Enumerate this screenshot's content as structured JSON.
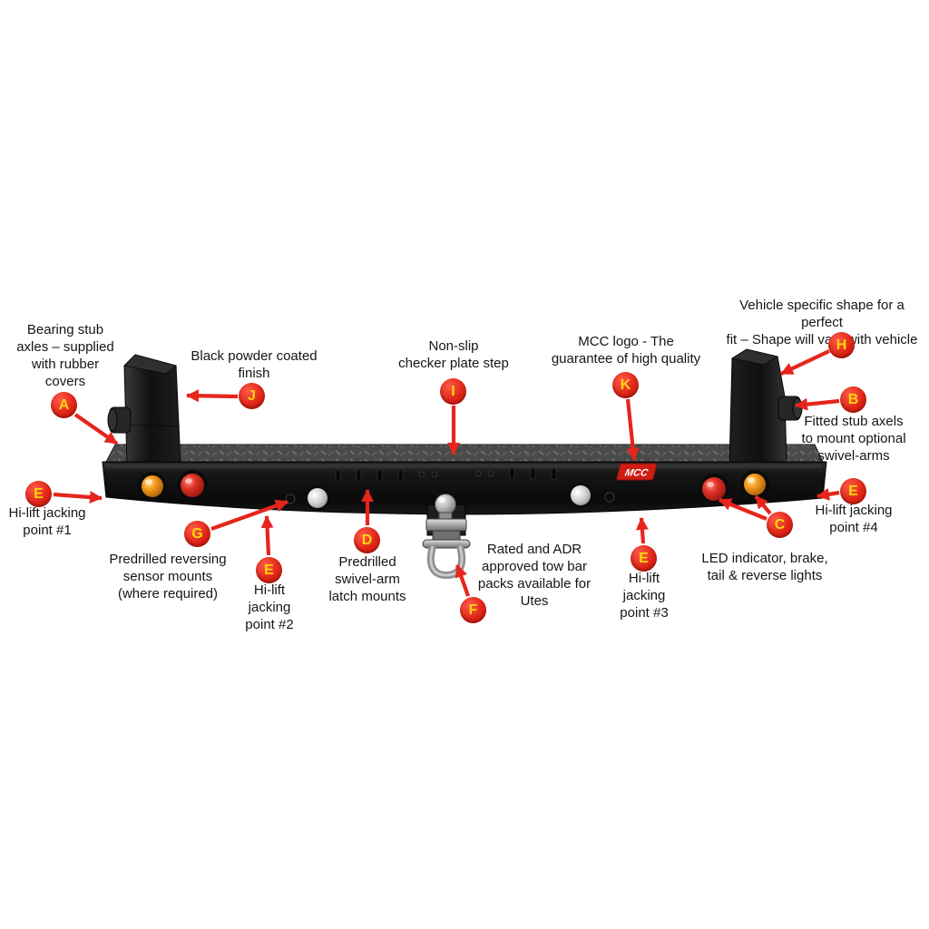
{
  "colors": {
    "accent_red": "#e6251c",
    "badge_letter_yellow": "#ffd60a",
    "bar_black": "#121212"
  },
  "logo": {
    "text": "MCC"
  },
  "callouts": {
    "bearing_stub": {
      "label": "A",
      "text": "Bearing stub\naxles – supplied\nwith rubber\ncovers"
    },
    "fitted_stub": {
      "label": "B",
      "text": "Fitted stub axels\nto mount optional\nswivel-arms"
    },
    "led_lights": {
      "label": "C",
      "text": "LED indicator, brake,\ntail & reverse lights"
    },
    "swivel_latch": {
      "label": "D",
      "text": "Predrilled\nswivel-arm\nlatch mounts"
    },
    "jack1": {
      "label": "E",
      "text": "Hi-lift jacking\npoint #1"
    },
    "jack2": {
      "label": "E",
      "text": "Hi-lift\njacking\npoint #2"
    },
    "jack3": {
      "label": "E",
      "text": "Hi-lift\njacking\npoint #3"
    },
    "jack4": {
      "label": "E",
      "text": "Hi-lift jacking\npoint #4"
    },
    "tow_bar": {
      "label": "F",
      "text": "Rated and ADR\napproved tow bar\npacks available for\nUtes"
    },
    "reversing_sensor": {
      "label": "G",
      "text": "Predrilled reversing\nsensor mounts\n(where required)"
    },
    "vehicle_shape": {
      "label": "H",
      "text": "Vehicle specific shape for a perfect\nfit – Shape will vary with vehicle"
    },
    "checker_step": {
      "label": "I",
      "text": "Non-slip\nchecker plate step"
    },
    "powder_coat": {
      "label": "J",
      "text": "Black powder coated\nfinish"
    },
    "mcc_logo": {
      "label": "K",
      "text": "MCC logo - The\nguarantee of high quality"
    }
  }
}
